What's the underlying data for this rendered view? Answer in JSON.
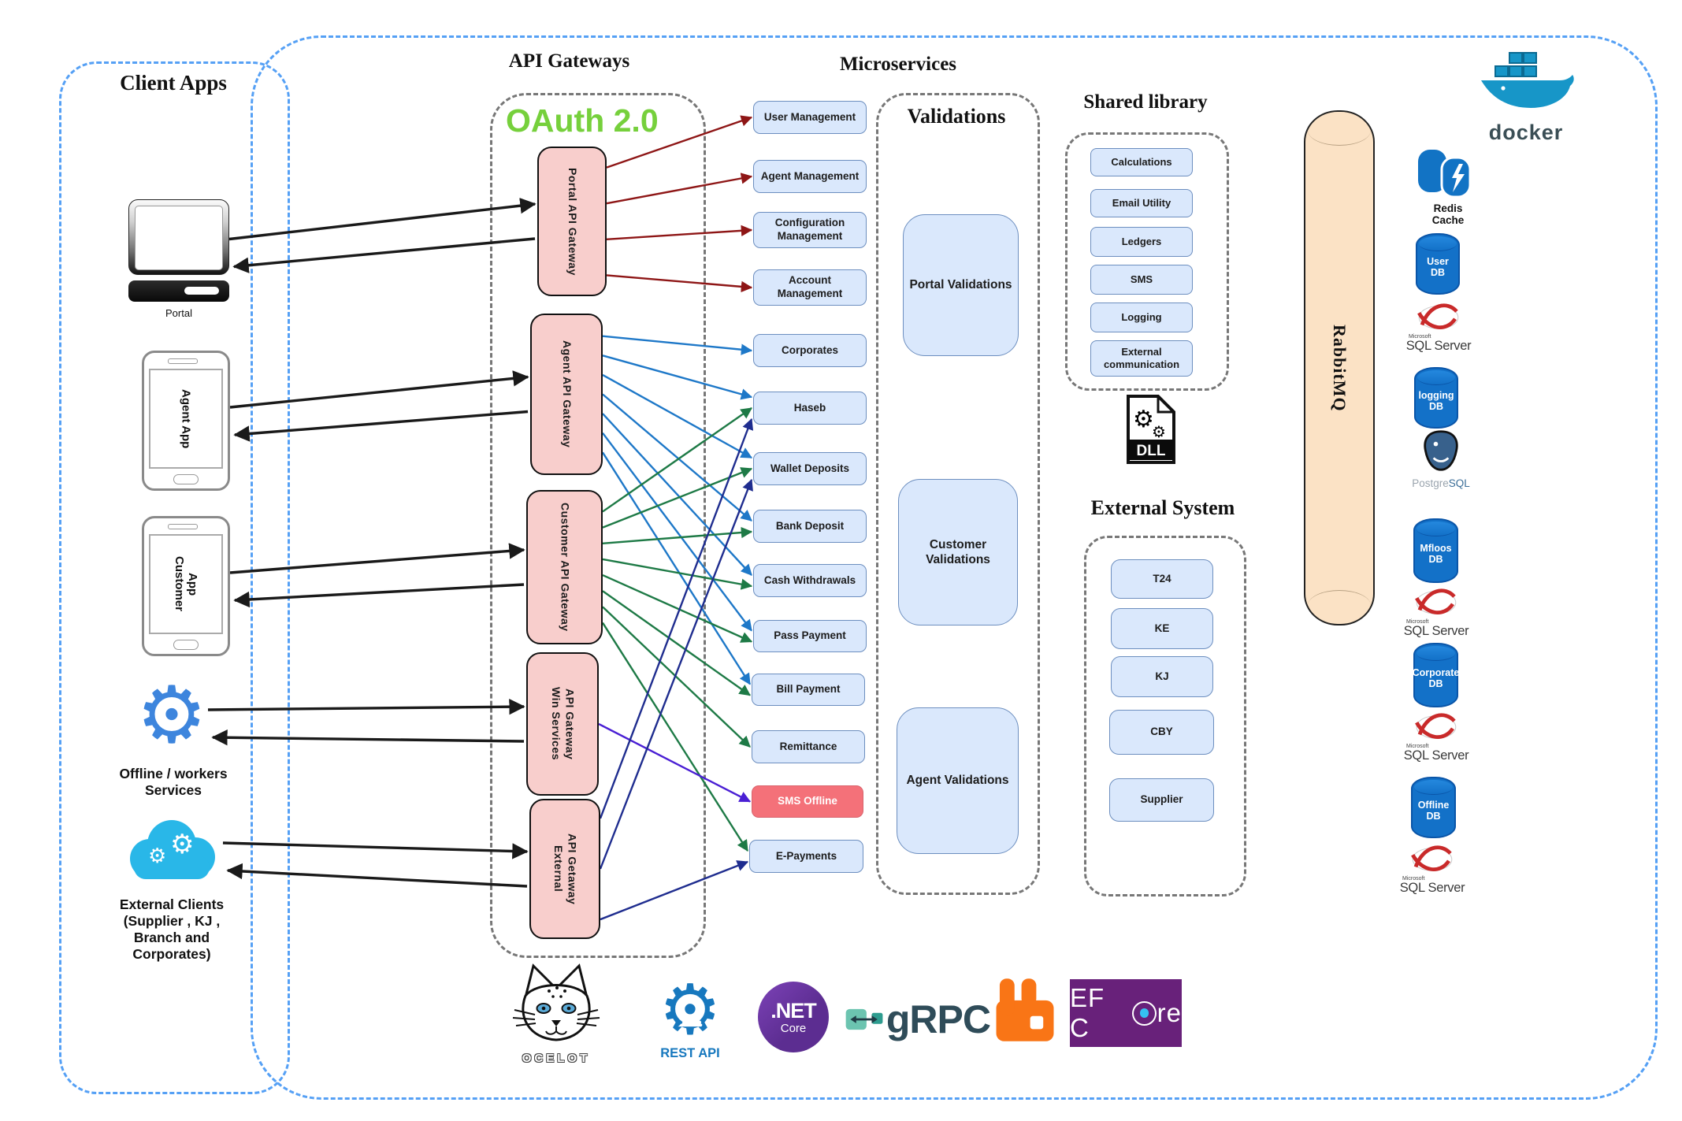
{
  "titles": {
    "client_apps": "Client Apps",
    "api_gateways": "API Gateways",
    "microservices": "Microservices",
    "validations": "Validations",
    "shared_library": "Shared library",
    "external_system": "External System",
    "oauth": "OAuth 2.0"
  },
  "clients": [
    {
      "id": "portal",
      "label": "Portal"
    },
    {
      "id": "agent-app",
      "label": "Agent App"
    },
    {
      "id": "customer-app",
      "label": "Customer\nApp"
    },
    {
      "id": "offline-workers",
      "label": "Offline / workers\nServices"
    },
    {
      "id": "external-clients",
      "label": "External Clients\n(Supplier , KJ ,\nBranch and\nCorporates)"
    }
  ],
  "gateways": [
    {
      "id": "portal-gw",
      "label": "Portal API Gateway"
    },
    {
      "id": "agent-gw",
      "label": "Agent API Gateway"
    },
    {
      "id": "customer-gw",
      "label": "Customer API Gateway"
    },
    {
      "id": "win-gw",
      "label": "Win Services\nAPI Gateway"
    },
    {
      "id": "external-gw",
      "label": "External\nAPI Getaway"
    }
  ],
  "microservices": [
    {
      "id": "user-mgmt",
      "label": "User Management"
    },
    {
      "id": "agent-mgmt",
      "label": "Agent Management"
    },
    {
      "id": "config-mgmt",
      "label": "Configuration\nManagement"
    },
    {
      "id": "account-mgmt",
      "label": "Account\nManagement"
    },
    {
      "id": "corporates",
      "label": "Corporates"
    },
    {
      "id": "haseb",
      "label": "Haseb"
    },
    {
      "id": "wallet-dep",
      "label": "Wallet Deposits"
    },
    {
      "id": "bank-dep",
      "label": "Bank Deposit"
    },
    {
      "id": "cash-wd",
      "label": "Cash Withdrawals"
    },
    {
      "id": "pass-pay",
      "label": "Pass Payment"
    },
    {
      "id": "bill-pay",
      "label": "Bill Payment"
    },
    {
      "id": "remittance",
      "label": "Remittance"
    },
    {
      "id": "sms-offline",
      "label": "SMS Offline",
      "highlight": true
    },
    {
      "id": "e-payments",
      "label": "E-Payments"
    }
  ],
  "validations_boxes": [
    {
      "id": "portal-val",
      "label": "Portal Validations"
    },
    {
      "id": "customer-val",
      "label": "Customer\nValidations"
    },
    {
      "id": "agent-val",
      "label": "Agent Validations"
    }
  ],
  "shared_library_items": [
    {
      "id": "calculations",
      "label": "Calculations"
    },
    {
      "id": "email-utility",
      "label": "Email Utility"
    },
    {
      "id": "ledgers",
      "label": "Ledgers"
    },
    {
      "id": "sms-lib",
      "label": "SMS"
    },
    {
      "id": "logging-lib",
      "label": "Logging"
    },
    {
      "id": "external-comm",
      "label": "External\ncommunication"
    }
  ],
  "external_system_items": [
    {
      "id": "t24",
      "label": "T24"
    },
    {
      "id": "ke",
      "label": "KE"
    },
    {
      "id": "kj",
      "label": "KJ"
    },
    {
      "id": "cby",
      "label": "CBY"
    },
    {
      "id": "supplier",
      "label": "Supplier"
    }
  ],
  "queue": {
    "label": "RabbitMQ"
  },
  "docker": {
    "label": "docker"
  },
  "dll_label": "DLL",
  "datastores": [
    {
      "id": "redis",
      "label": "Redis\nCache"
    },
    {
      "id": "user-db",
      "label": "User\nDB"
    },
    {
      "id": "sql-server-1",
      "sub": "Microsoft",
      "label": "SQL Server"
    },
    {
      "id": "logging-db",
      "label": "logging\nDB"
    },
    {
      "id": "postgresql",
      "label_gray": "Postgre",
      "label_blue": "SQL"
    },
    {
      "id": "mfloos-db",
      "label": "Mfloos\nDB"
    },
    {
      "id": "sql-server-2",
      "sub": "Microsoft",
      "label": "SQL Server"
    },
    {
      "id": "corporate-db",
      "label": "Corporate\nDB"
    },
    {
      "id": "sql-server-3",
      "sub": "Microsoft",
      "label": "SQL Server"
    },
    {
      "id": "offline-db",
      "label": "Offline\nDB"
    },
    {
      "id": "sql-server-4",
      "sub": "Microsoft",
      "label": "SQL Server"
    }
  ],
  "footer": {
    "ocelot": "OCELOT",
    "rest_api": "REST API",
    "dotnet": ".NET",
    "dotnet_sub": "Core",
    "grpc": "gRPC",
    "ef_a": "EF C",
    "ef_b": "re"
  },
  "colors": {
    "node_blue": "#DAE8FC",
    "node_border": "#6C8EBF",
    "gateway_pink": "#F8CECC",
    "sms_red": "#F47179",
    "oauth_green": "#76D03C",
    "queue_tan": "#FBE2C5",
    "db_blue": "#1371C8",
    "docker_blue": "#1796C8",
    "rabbit_orange": "#F97516",
    "purple": "#68217A",
    "rest_blue": "#1778BE",
    "edge_black": "#1a1a1a",
    "edge_darkred": "#8E1616",
    "edge_blue": "#1E78C8",
    "edge_green": "#1E7A46",
    "edge_navy": "#1F2D8F",
    "edge_violet": "#4A1FD4"
  },
  "edges": {
    "client_duplex": [
      {
        "client": "portal",
        "gateway": "portal-gw"
      },
      {
        "client": "agent-app",
        "gateway": "agent-gw"
      },
      {
        "client": "customer-app",
        "gateway": "customer-gw"
      },
      {
        "client": "offline-workers",
        "gateway": "win-gw"
      },
      {
        "client": "external-clients",
        "gateway": "external-gw"
      }
    ],
    "service_links": [
      {
        "from": "portal-gw",
        "to": "user-mgmt",
        "color": "darkred"
      },
      {
        "from": "portal-gw",
        "to": "agent-mgmt",
        "color": "darkred"
      },
      {
        "from": "portal-gw",
        "to": "config-mgmt",
        "color": "darkred"
      },
      {
        "from": "portal-gw",
        "to": "account-mgmt",
        "color": "darkred"
      },
      {
        "from": "agent-gw",
        "to": "corporates",
        "color": "blue"
      },
      {
        "from": "agent-gw",
        "to": "haseb",
        "color": "blue"
      },
      {
        "from": "agent-gw",
        "to": "wallet-dep",
        "color": "blue"
      },
      {
        "from": "agent-gw",
        "to": "bank-dep",
        "color": "blue"
      },
      {
        "from": "agent-gw",
        "to": "cash-wd",
        "color": "blue"
      },
      {
        "from": "agent-gw",
        "to": "pass-pay",
        "color": "blue"
      },
      {
        "from": "agent-gw",
        "to": "bill-pay",
        "color": "blue"
      },
      {
        "from": "customer-gw",
        "to": "haseb",
        "color": "green"
      },
      {
        "from": "customer-gw",
        "to": "wallet-dep",
        "color": "green"
      },
      {
        "from": "customer-gw",
        "to": "bank-dep",
        "color": "green"
      },
      {
        "from": "customer-gw",
        "to": "cash-wd",
        "color": "green"
      },
      {
        "from": "customer-gw",
        "to": "pass-pay",
        "color": "green"
      },
      {
        "from": "customer-gw",
        "to": "bill-pay",
        "color": "green"
      },
      {
        "from": "customer-gw",
        "to": "remittance",
        "color": "green"
      },
      {
        "from": "customer-gw",
        "to": "e-payments",
        "color": "green"
      },
      {
        "from": "win-gw",
        "to": "sms-offline",
        "color": "violet"
      },
      {
        "from": "external-gw",
        "to": "haseb",
        "color": "navy"
      },
      {
        "from": "external-gw",
        "to": "wallet-dep",
        "color": "navy"
      },
      {
        "from": "external-gw",
        "to": "e-payments",
        "color": "navy"
      }
    ]
  }
}
